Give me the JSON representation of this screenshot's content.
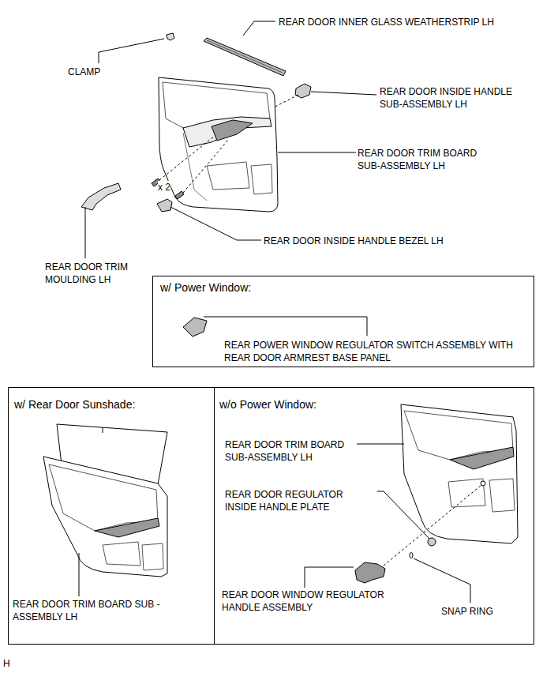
{
  "diagram": {
    "nodes": [
      {
        "text": [
          "w/ Power Window:",
          "REAR POWER WINDOW REGULATOR SWITCH ASSEMBLY WITH REAR DOOR ARMREST BASE PANEL"
        ]
      },
      {
        "text": [
          "w/ Rear Door Sunshade:",
          "REAR DOOR TRIM BOARD SUB -ASSEMBLY LH"
        ]
      },
      {
        "text": [
          "w/o Power Window:",
          "REAR DOOR TRIM BOARD SUB-ASSEMBLY LH",
          "REAR DOOR REGULATOR INSIDE HANDLE PLATE",
          "REAR DOOR WINDOW REGULATOR HANDLE ASSEMBLY",
          "SNAP RING"
        ]
      }
    ],
    "labels": [
      "CLAMP",
      "REAR DOOR INNER GLASS WEATHERSTRIP LH",
      "REAR DOOR INSIDE HANDLE SUB-ASSEMBLY LH",
      "REAR DOOR TRIM BOARD SUB-ASSEMBLY LH",
      "x 2",
      "REAR DOOR INSIDE HANDLE BEZEL LH",
      "REAR DOOR TRIM MOULDING LH",
      "H"
    ]
  }
}
